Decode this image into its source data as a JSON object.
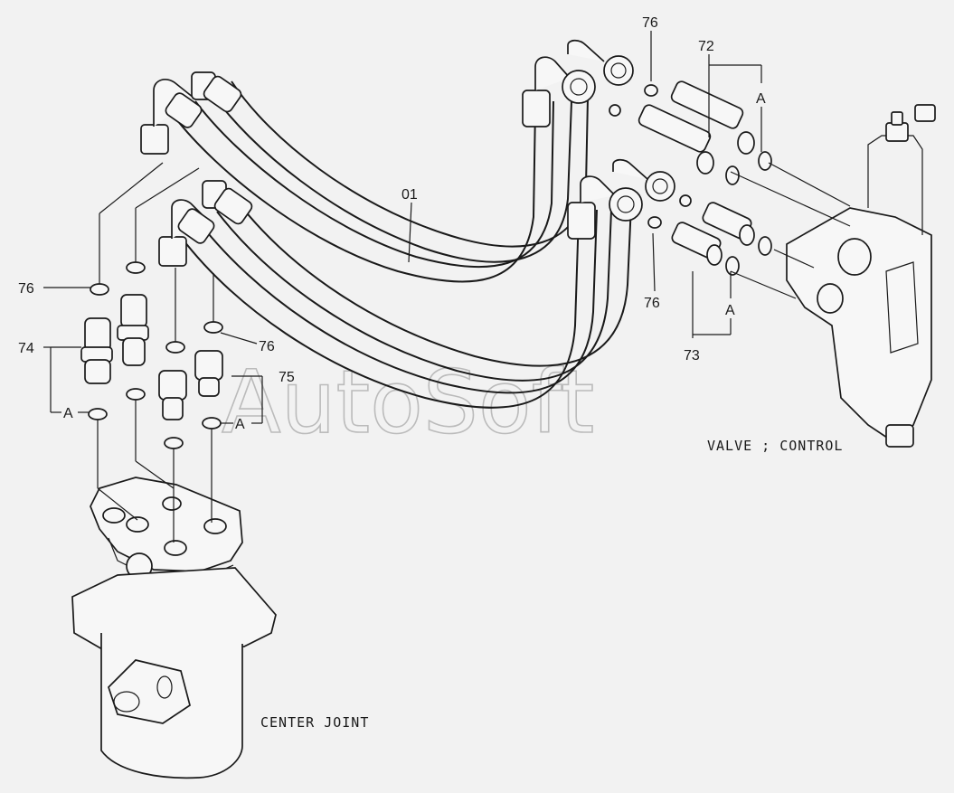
{
  "labels": {
    "hose": "01",
    "oring_a": "76",
    "oring_b": "76",
    "oring_c": "76",
    "oring_d": "76",
    "adapter_72": "72",
    "adapter_73": "73",
    "adapter_74": "74",
    "adapter_75": "75",
    "ref_a1": "A",
    "ref_a2": "A",
    "ref_a3": "A",
    "ref_a4": "A"
  },
  "captions": {
    "control_valve": "VALVE ; CONTROL",
    "center_joint": "CENTER  JOINT"
  },
  "watermark": "AutoSoft",
  "colors": {
    "line": "#1a1a1a",
    "background": "#f2f2f2",
    "watermark": "#bbbbbb"
  }
}
